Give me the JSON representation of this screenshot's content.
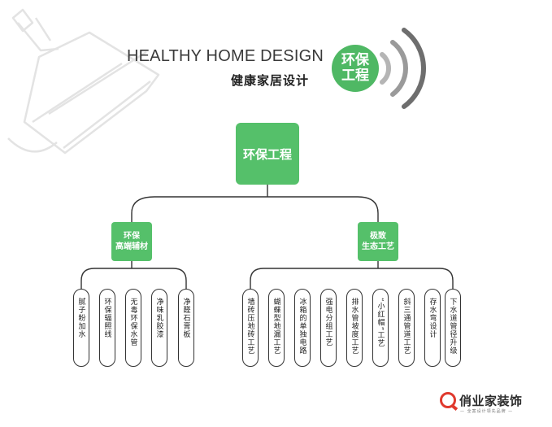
{
  "header": {
    "title_en": "HEALTHY HOME DESIGN",
    "title_cn": "健康家居设计",
    "badge_line1": "环保",
    "badge_line2": "工程"
  },
  "tree": {
    "root": "环保工程",
    "branches": [
      {
        "label_line1": "环保",
        "label_line2": "高端辅材",
        "leaves": [
          "腻子粉加水",
          "环保辐照线",
          "无毒环保水管",
          "净味乳胶漆",
          "净醛石膏板"
        ]
      },
      {
        "label_line1": "极致",
        "label_line2": "生态工艺",
        "leaves": [
          "墙砖压地砖工艺",
          "蝴蝶型地漏工艺",
          "冰箱的单独电路",
          "强电分组工艺",
          "排水管坡度工艺",
          "“小红帽”工艺",
          "斜三通管道工艺",
          "存水弯设计",
          "下水道管径升级"
        ]
      }
    ]
  },
  "logo": {
    "name": "俏业家装饰",
    "slogan": "— 全案设计领先品牌 —"
  },
  "colors": {
    "green_node": "#55c06a",
    "green_badge": "#4fb864",
    "logo_red": "#e03a2e",
    "connector": "#333333"
  }
}
